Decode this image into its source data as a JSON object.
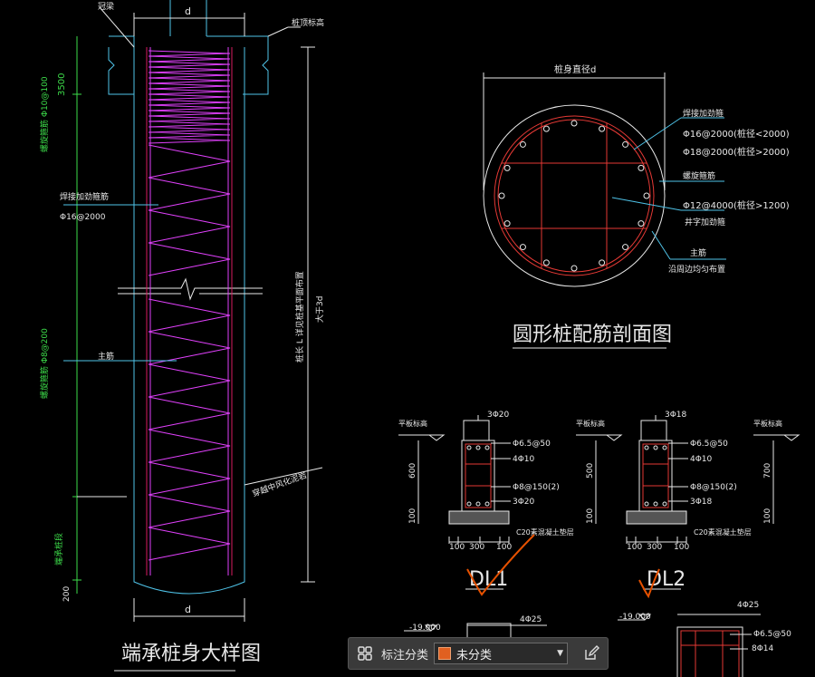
{
  "drawing": {
    "pile_elevation": {
      "label_top_d": "d",
      "label_guan": "冠梁",
      "label_pile_top": "桩顶标高",
      "dim_top": "3500",
      "label_spiral_top": "螺旋箍筋 Φ10@100",
      "label_weld_rib": "焊接加劲箍筋",
      "label_weld_rib_spec": "Φ16@2000",
      "label_spiral_mid": "螺旋箍筋 Φ8@200",
      "label_main_bar": "主筋",
      "label_pile_length": "桩长 L 详见桩基平面布置",
      "label_anchor": "大于3d",
      "label_rock": "穿越中风化泥岩",
      "label_bottom_region": "端承桩段",
      "dim_bottom": "200",
      "label_bottom_d": "d",
      "title": "端承桩身大样图"
    },
    "section": {
      "label_diameter": "桩身直径d",
      "label_weld": "焊接加劲箍",
      "spec_1": "Φ16@2000(桩径<2000)",
      "spec_2": "Φ18@2000(桩径>2000)",
      "label_spiral": "螺旋箍筋",
      "spec_3": "Φ12@4000(桩径>1200)",
      "label_cross": "井字加劲箍",
      "label_main": "主筋",
      "label_main_dist": "沿周边均匀布置",
      "title": "圆形桩配筋剖面图"
    },
    "beams": [
      {
        "top_label": "3Φ20",
        "elev_label": "平板标高",
        "stirrup": "Φ6.5@50",
        "side": "4Φ10",
        "tie": "Φ8@150(2)",
        "bottom_label": "3Φ20",
        "height": "600",
        "base": "100",
        "concrete": "C20素混凝土垫层",
        "dims": [
          "100",
          "300",
          "100"
        ],
        "name": "DL1"
      },
      {
        "top_label": "3Φ18",
        "elev_label": "平板标高",
        "stirrup": "Φ6.5@50",
        "side": "4Φ10",
        "tie": "Φ8@150(2)",
        "bottom_label": "3Φ18",
        "height": "500",
        "base": "100",
        "concrete": "C20素混凝土垫层",
        "dims": [
          "100",
          "300",
          "100"
        ],
        "name": "DL2"
      },
      {
        "elev_label": "平板标高",
        "height": "700",
        "base": "100"
      }
    ],
    "lower": {
      "elev_a": "-19.000",
      "top_a": "4Φ25",
      "elev_b": "-19.000",
      "top_b": "4Φ25",
      "stirrup_b": "Φ6.5@50",
      "side_b": "8Φ14"
    }
  },
  "toolbar": {
    "label": "标注分类",
    "selected": "未分类",
    "swatch_color": "#e06020"
  }
}
